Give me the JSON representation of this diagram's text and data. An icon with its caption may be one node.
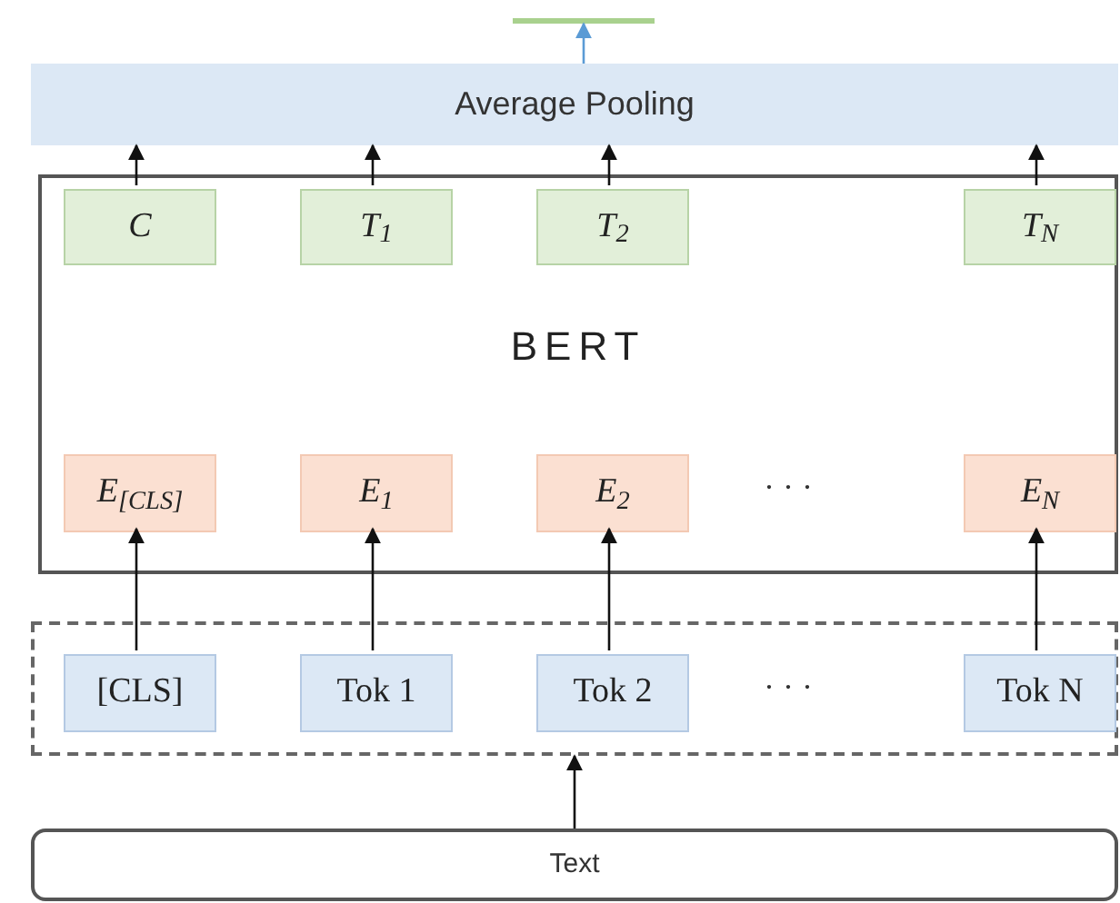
{
  "diagram": {
    "nodes": [
      {
        "text": [],
        "shape": "bar"
      },
      {
        "text": [
          "Average Pooling"
        ]
      },
      {
        "text": [
          "BERT"
        ]
      },
      {
        "text": [
          "C"
        ],
        "in": 2
      },
      {
        "text": [
          "T$_{1}$"
        ],
        "in": 2
      },
      {
        "text": [
          "T$_{2}$"
        ],
        "in": 2
      },
      {
        "text": [
          "T$_{N}$"
        ],
        "in": 2
      },
      {
        "text": [
          "E$_{[CLS]}$"
        ],
        "in": 2
      },
      {
        "text": [
          "E$_{1}$"
        ],
        "in": 2
      },
      {
        "text": [
          "E$_{2}$"
        ],
        "in": 2
      },
      {
        "text": [
          "E$_{N}$"
        ],
        "in": 2
      },
      {
        "text": [],
        "shape": "box"
      },
      {
        "text": [
          "[CLS]"
        ],
        "in": 11
      },
      {
        "text": [
          "Tok 1"
        ],
        "in": 11
      },
      {
        "text": [
          "Tok 2"
        ],
        "in": 11
      },
      {
        "text": [
          "Tok N"
        ],
        "in": 11
      },
      {
        "text": [
          "Text"
        ]
      }
    ],
    "edges": [
      {
        "from": 1,
        "to": 0,
        "arrow": "to",
        "color": "#5b9bd5"
      },
      {
        "from": 3,
        "to": 1,
        "arrow": "to"
      },
      {
        "from": 4,
        "to": 1,
        "arrow": "to"
      },
      {
        "from": 5,
        "to": 1,
        "arrow": "to"
      },
      {
        "from": 6,
        "to": 1,
        "arrow": "to"
      },
      {
        "from": 12,
        "to": 7,
        "arrow": "to"
      },
      {
        "from": 13,
        "to": 8,
        "arrow": "to"
      },
      {
        "from": 14,
        "to": 9,
        "arrow": "to"
      },
      {
        "from": 15,
        "to": 10,
        "arrow": "to"
      },
      {
        "from": 16,
        "to": 11,
        "arrow": "to"
      }
    ],
    "labels": [
      "· · ·",
      "· · ·"
    ]
  }
}
